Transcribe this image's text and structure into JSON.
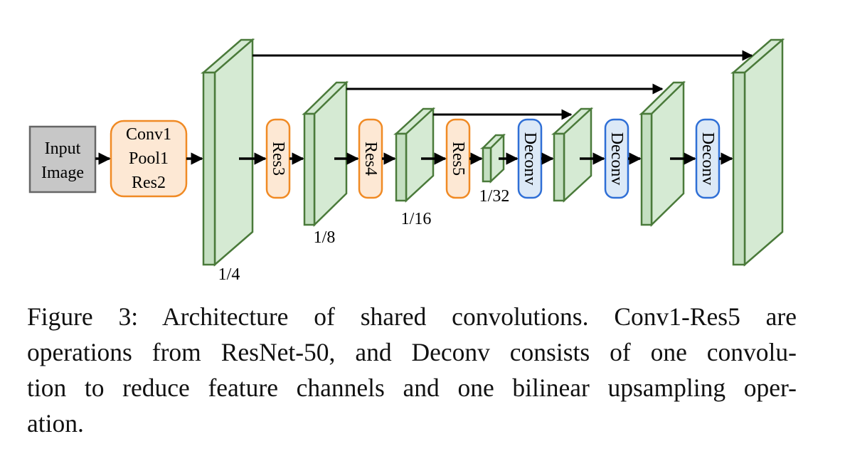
{
  "diagram": {
    "input_label_line1": "Input",
    "input_label_line2": "Image",
    "stem_line1": "Conv1",
    "stem_line2": "Pool1",
    "stem_line3": "Res2",
    "res3": "Res3",
    "res4": "Res4",
    "res5": "Res5",
    "deconv": "Deconv",
    "scale_4": "1/4",
    "scale_8": "1/8",
    "scale_16": "1/16",
    "scale_32": "1/32",
    "colors": {
      "feature_face": "#d5ead3",
      "feature_edge": "#4a7a3a",
      "res_fill": "#fde8d4",
      "res_edge": "#f08a24",
      "deconv_fill": "#dce9f7",
      "deconv_edge": "#2f6fd6",
      "input_fill": "#c7c7c7",
      "input_edge": "#666666"
    }
  },
  "caption": {
    "line1": "Figure 3:  Architecture of shared convolutions.  Conv1-Res5 are",
    "line2": "operations from ResNet-50, and Deconv consists of one convolu-",
    "line3": "tion to reduce feature channels and one bilinear upsampling oper-",
    "line4": "ation."
  }
}
